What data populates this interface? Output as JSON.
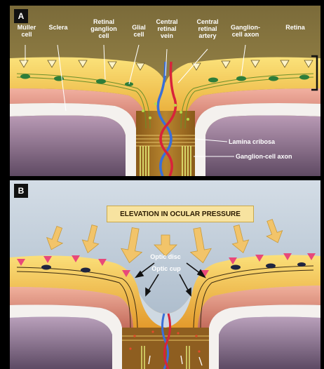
{
  "panel_a": {
    "badge": "A",
    "labels": {
      "muller_cell": "Müller\ncell",
      "sclera": "Sclera",
      "retinal_ganglion_cell": "Retinal\nganglion\ncell",
      "glial_cell": "Glial\ncell",
      "central_retinal_vein": "Central\nretinal\nvein",
      "central_retinal_artery": "Central\nretinal\nartery",
      "ganglion_cell_axon_top": "Ganglion-\ncell axon",
      "retina": "Retina",
      "lamina_cribosa": "Lamina cribosa",
      "ganglion_cell_axon_bottom": "Ganglion-cell axon"
    }
  },
  "panel_b": {
    "badge": "B",
    "banner": "ELEVATION IN OCULAR PRESSURE",
    "labels": {
      "optic_disc": "Optic disc",
      "optic_cup": "Optic cup"
    }
  },
  "colors": {
    "vein": "#3a6fd8",
    "artery": "#d8233a",
    "retina_yellow": "#f6c64a",
    "pressure_arrow": "#f2c46a"
  }
}
